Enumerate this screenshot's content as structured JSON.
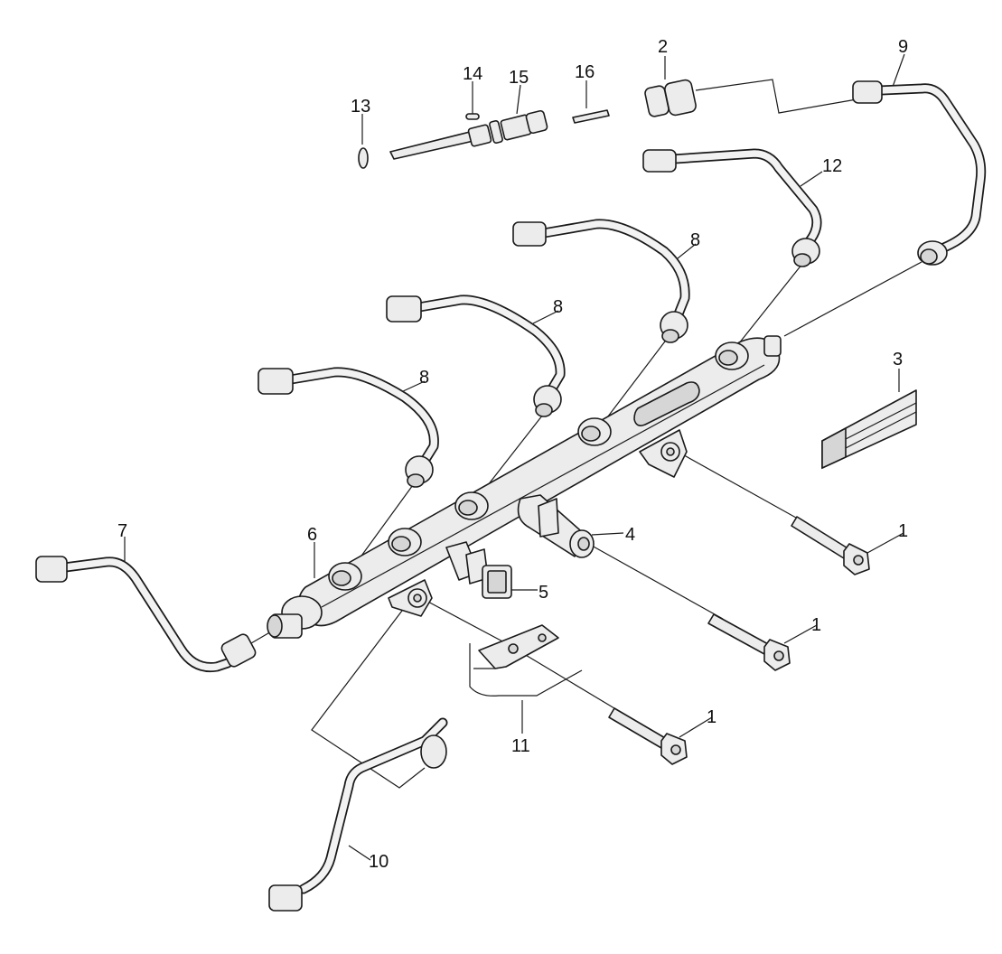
{
  "callouts": [
    {
      "id": "c1a",
      "text": "1"
    },
    {
      "id": "c1b",
      "text": "1"
    },
    {
      "id": "c1c",
      "text": "1"
    },
    {
      "id": "c2",
      "text": "2"
    },
    {
      "id": "c3",
      "text": "3"
    },
    {
      "id": "c4",
      "text": "4"
    },
    {
      "id": "c5",
      "text": "5"
    },
    {
      "id": "c6",
      "text": "6"
    },
    {
      "id": "c7",
      "text": "7"
    },
    {
      "id": "c8a",
      "text": "8"
    },
    {
      "id": "c8b",
      "text": "8"
    },
    {
      "id": "c8c",
      "text": "8"
    },
    {
      "id": "c9",
      "text": "9"
    },
    {
      "id": "c10",
      "text": "10"
    },
    {
      "id": "c11",
      "text": "11"
    },
    {
      "id": "c12",
      "text": "12"
    },
    {
      "id": "c13",
      "text": "13"
    },
    {
      "id": "c14",
      "text": "14"
    },
    {
      "id": "c15",
      "text": "15"
    },
    {
      "id": "c16",
      "text": "16"
    }
  ]
}
